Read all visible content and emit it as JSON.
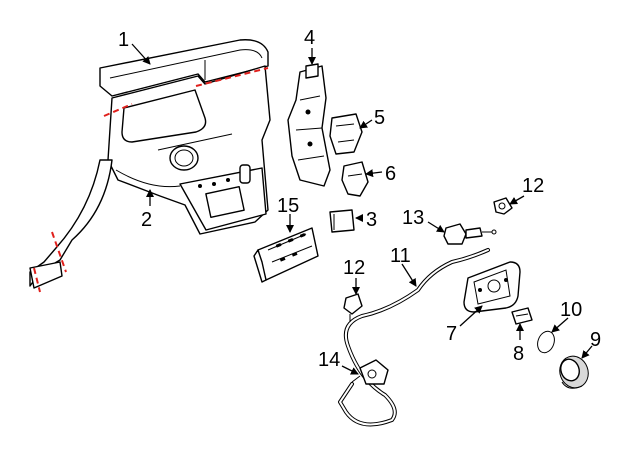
{
  "callouts": {
    "p1": "1",
    "p2": "2",
    "p3": "3",
    "p4": "4",
    "p5": "5",
    "p6": "6",
    "p7": "7",
    "p8": "8",
    "p9": "9",
    "p10": "10",
    "p11": "11",
    "p12a": "12",
    "p12b": "12",
    "p13": "13",
    "p14": "14",
    "p15": "15"
  },
  "colors": {
    "cut_line": "#e0201c",
    "line": "#000000",
    "background": "#ffffff"
  }
}
